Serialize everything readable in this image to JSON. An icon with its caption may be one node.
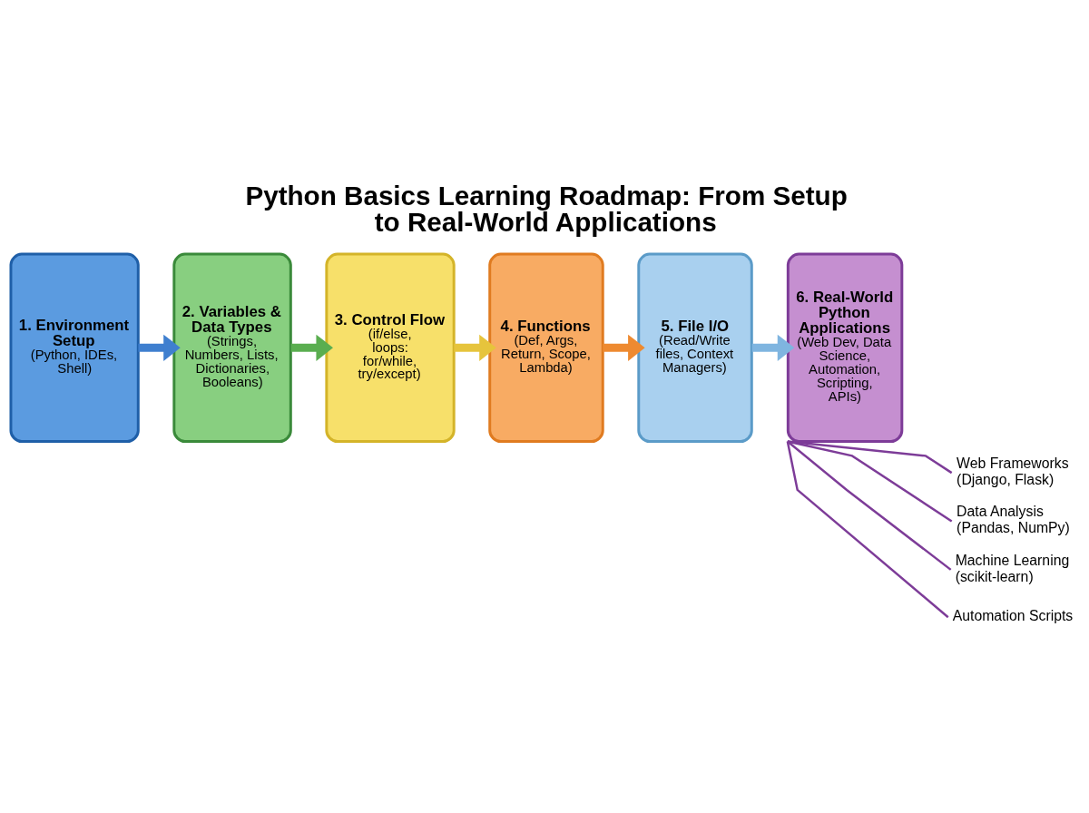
{
  "diagram": {
    "title": "Python Basics Learning Roadmap: From Setup to Real-World Applications",
    "nodes": [
      {
        "text": [
          "1. Environment Setup",
          "(Python, IDEs, Shell)"
        ]
      },
      {
        "text": [
          "2. Variables & Data Types",
          "(Strings, Numbers, Lists, Dictionaries, Booleans)"
        ]
      },
      {
        "text": [
          "3. Control Flow",
          "(if/else, loops: for/while, try/except)"
        ]
      },
      {
        "text": [
          "4. Functions",
          "(Def, Args, Return, Scope, Lambda)"
        ]
      },
      {
        "text": [
          "5. File I/O",
          "(Read/Write files, Context Managers)"
        ]
      },
      {
        "text": [
          "6. Real-World Python Applications",
          "(Web Dev, Data Science, Automation, Scripting, APIs)"
        ]
      },
      {
        "text": [
          "Web Frameworks (Django, Flask)"
        ]
      },
      {
        "text": [
          "Data Analysis (Pandas, NumPy)"
        ]
      },
      {
        "text": [
          "Machine Learning (scikit-learn)"
        ]
      },
      {
        "text": [
          "Automation Scripts"
        ]
      }
    ],
    "edges": [
      {
        "from": 0,
        "to": 1,
        "arrow": "to",
        "color": "#3f7fcf"
      },
      {
        "from": 1,
        "to": 2,
        "arrow": "to",
        "color": "#5aae50"
      },
      {
        "from": 2,
        "to": 3,
        "arrow": "to",
        "color": "#e6c43c"
      },
      {
        "from": 3,
        "to": 4,
        "arrow": "to",
        "color": "#ee8a30"
      },
      {
        "from": 4,
        "to": 5,
        "arrow": "to",
        "color": "#7fb5e0"
      },
      {
        "from": 5,
        "to": 6,
        "arrow": "none",
        "color": "#7d3c98"
      },
      {
        "from": 5,
        "to": 7,
        "arrow": "none",
        "color": "#7d3c98"
      },
      {
        "from": 5,
        "to": 8,
        "arrow": "none",
        "color": "#7d3c98"
      },
      {
        "from": 5,
        "to": 9,
        "arrow": "none",
        "color": "#7d3c98"
      }
    ]
  }
}
